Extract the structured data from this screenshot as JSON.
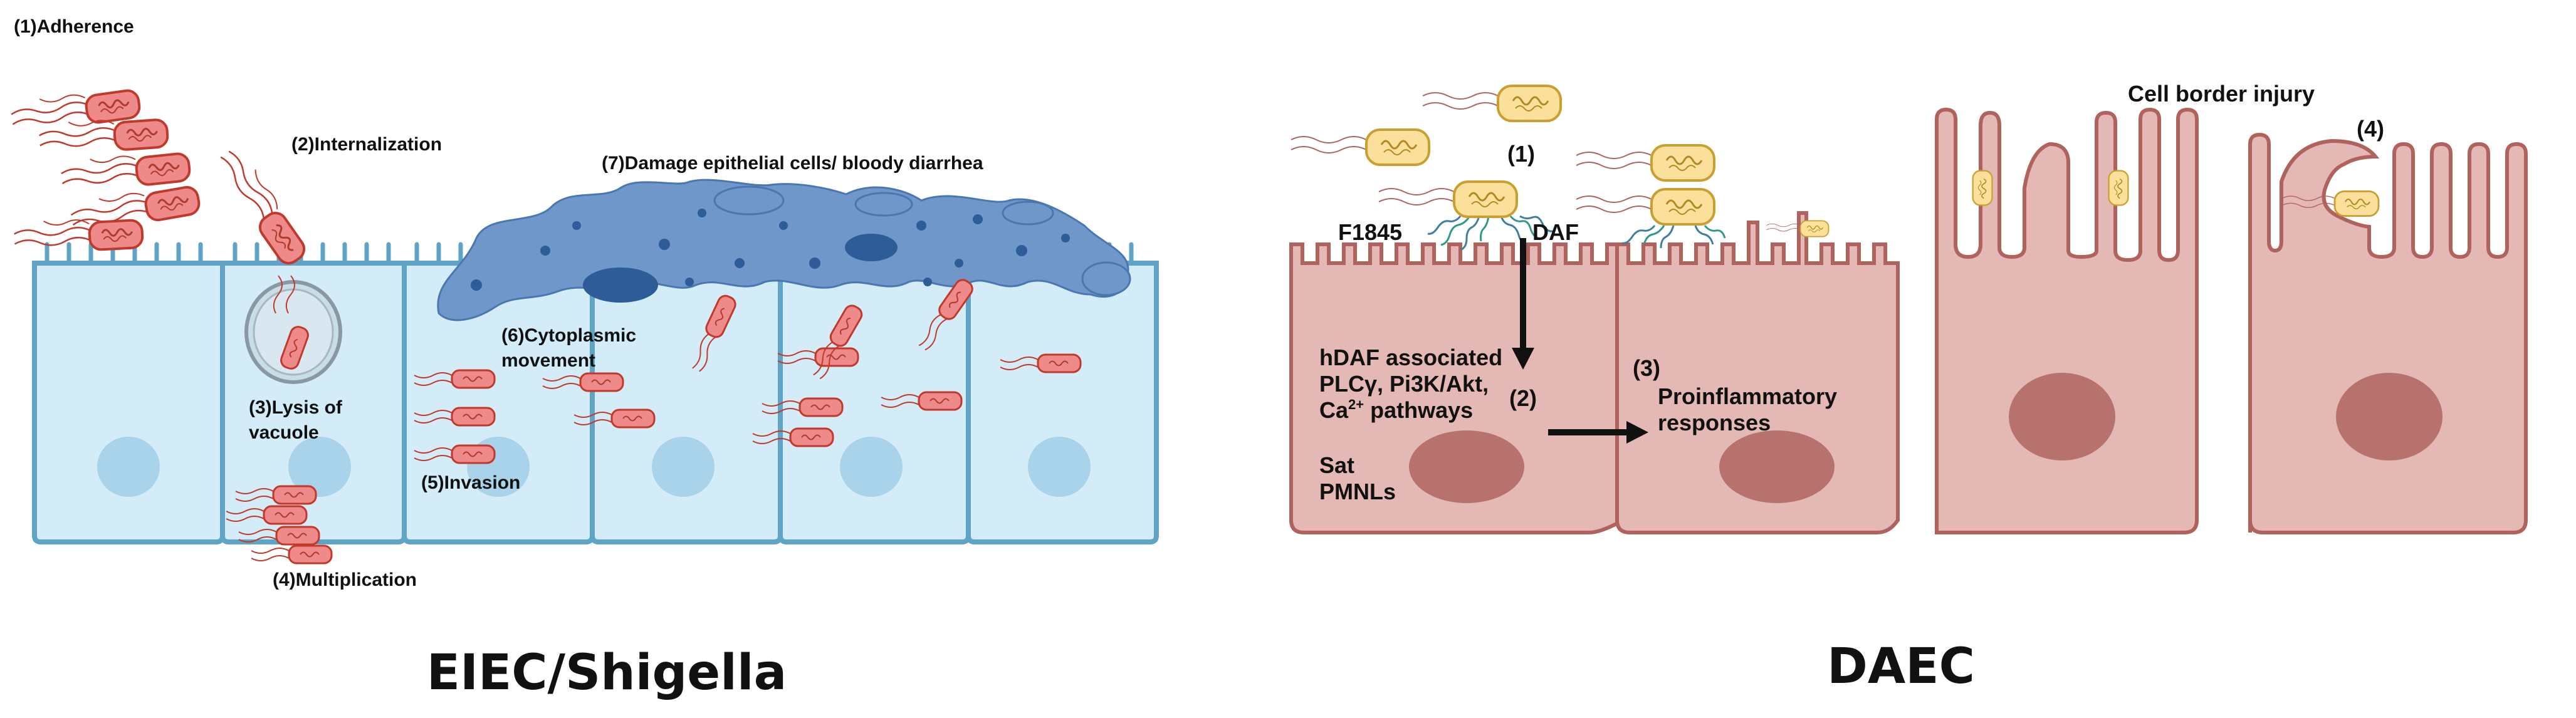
{
  "eiec": {
    "title": "EIEC/Shigella",
    "labels": {
      "adherence": "(1)Adherence",
      "internalization": "(2)Internalization",
      "lysis_line1": "(3)Lysis of",
      "lysis_line2": "vacuole",
      "multiplication": "(4)Multiplication",
      "invasion": "(5)Invasion",
      "cyto_line1": "(6)Cytoplasmic",
      "cyto_line2": "movement",
      "damage": "(7)Damage epithelial cells/ bloody diarrhea"
    }
  },
  "daec": {
    "title": "DAEC",
    "labels": {
      "step1": "(1)",
      "f1845": "F1845",
      "daf": "DAF",
      "hdaf_line1": "hDAF associated",
      "hdaf_line2": "PLCγ, Pi3K/Akt,",
      "hdaf_line3_prefix": "Ca",
      "hdaf_line3_sup": "2+",
      "hdaf_line3_suffix": " pathways",
      "step2": "(2)",
      "sat_line1": "Sat",
      "sat_line2": "PMNLs",
      "step3": "(3)",
      "proinf_line1": "Proinflammatory",
      "proinf_line2": "responses",
      "cell_border": "Cell border injury",
      "step4": "(4)"
    }
  },
  "colors": {
    "epithelial_fill": "#d3ecf7",
    "epithelial_stroke": "#5fa3c7",
    "nucleus_blue": "#a9d3ea",
    "bacteria_red_fill": "#ee8a8a",
    "bacteria_red_stroke": "#c0392b",
    "damaged_cell": "#6f97c9",
    "damaged_cell_dark": "#2d5c99",
    "daec_cell_fill": "#e4b8b5",
    "daec_cell_stroke": "#b0625d",
    "daec_nucleus": "#b8726e",
    "daec_bacteria_fill": "#fbe09c",
    "daec_bacteria_stroke": "#c9a030"
  }
}
